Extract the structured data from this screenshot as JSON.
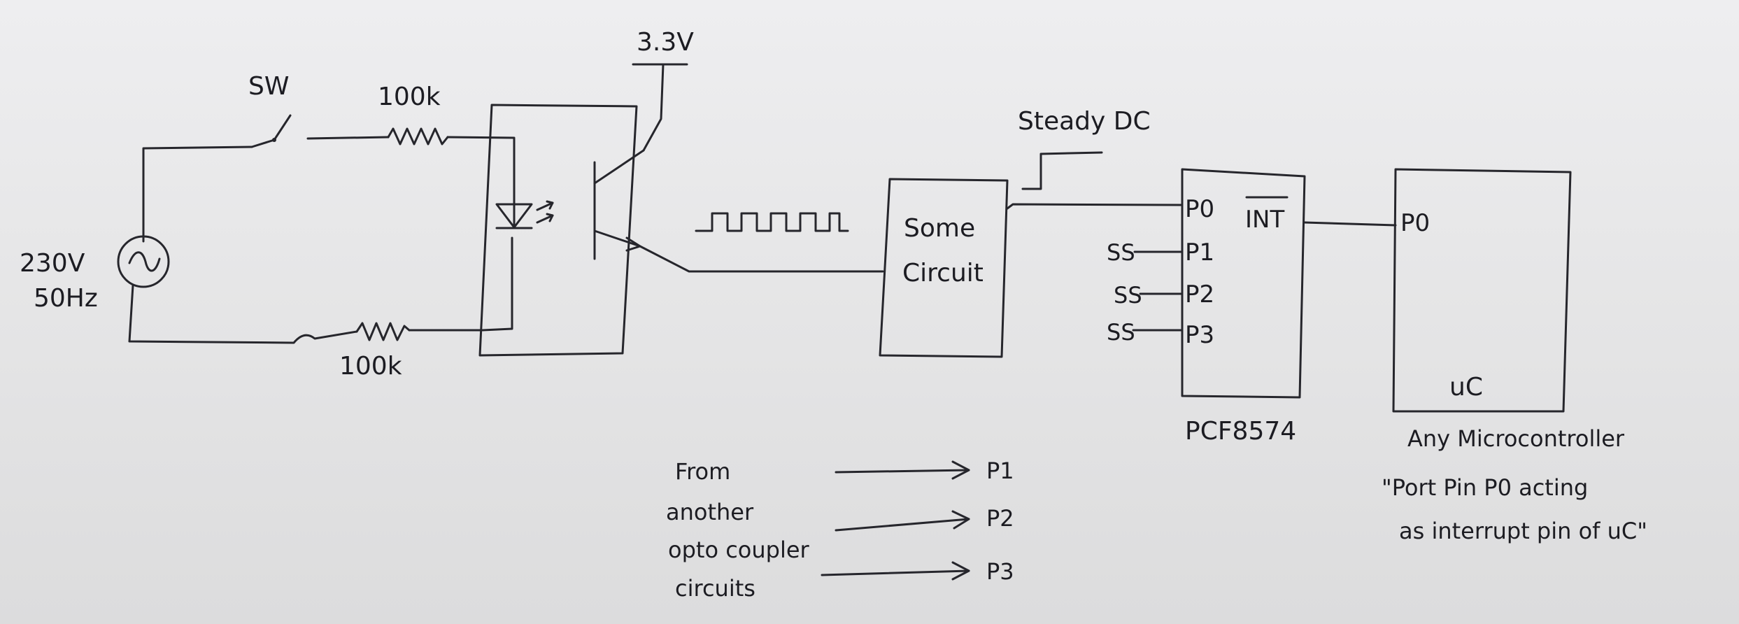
{
  "diagram": {
    "supply": {
      "voltage": "230V",
      "frequency": "50Hz"
    },
    "switch_label": "SW",
    "resistor_top": "100k",
    "resistor_bottom": "100k",
    "vcc_label": "3.3V",
    "steady_dc_label": "Steady DC",
    "some_circuit": {
      "line1": "Some",
      "line2": "Circuit"
    },
    "expander": {
      "name": "PCF8574",
      "pins": [
        "P0",
        "P1",
        "P2",
        "P3"
      ],
      "int_pin": "INT",
      "ss_marks": [
        "SS",
        "SS",
        "SS"
      ]
    },
    "microcontroller": {
      "label": "uC",
      "pin": "P0",
      "caption": "Any Microcontroller",
      "note_line1": "\"Port Pin P0 acting",
      "note_line2": "as interrupt pin of uC\""
    },
    "source_note": {
      "lines": [
        "From",
        "another",
        "opto coupler",
        "circuits"
      ],
      "targets": [
        "P1",
        "P2",
        "P3"
      ]
    }
  }
}
